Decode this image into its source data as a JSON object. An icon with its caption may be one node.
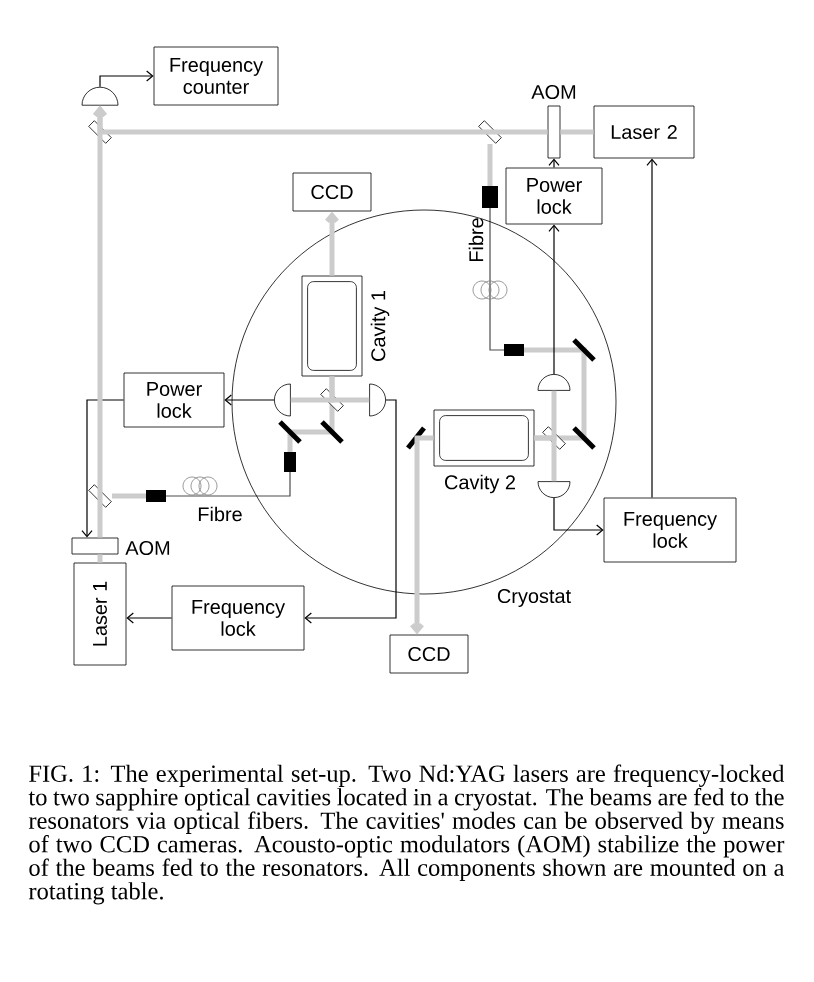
{
  "diagram": {
    "caption": "FIG. 1: The experimental set-up. Two Nd:YAG lasers are frequency-locked to two sapphire optical cavities located in a cryostat. The beams are fed to the resonators via optical fibers. The cavities' modes can be observed by means of two CCD cameras. Acousto-optic modulators (AOM) stabilize the power of the beams fed to the resonators. All components shown are mounted on a rotating table.",
    "nodes": [
      {
        "text": [
          "Frequency counter"
        ]
      },
      {
        "text": [
          "Laser 2"
        ]
      },
      {
        "text": [
          "AOM"
        ]
      },
      {
        "text": [
          "Power lock"
        ]
      },
      {
        "text": [
          "CCD"
        ]
      },
      {
        "text": [
          "Cryostat"
        ]
      },
      {
        "text": [
          "Cavity 1"
        ],
        "in": 5
      },
      {
        "text": [
          "Power lock"
        ]
      },
      {
        "text": [
          "Cavity 2"
        ],
        "in": 5
      },
      {
        "text": [
          "Frequency lock"
        ]
      },
      {
        "text": [
          "AOM"
        ]
      },
      {
        "text": [
          "Laser 1"
        ]
      },
      {
        "text": [
          "Frequency lock"
        ]
      },
      {
        "text": [
          "CCD"
        ]
      },
      {
        "text": [],
        "shape": "semicircle"
      },
      {
        "text": [],
        "shape": "semicircle",
        "in": 5
      },
      {
        "text": [],
        "shape": "semicircle",
        "in": 5
      },
      {
        "text": [],
        "shape": "semicircle",
        "in": 5
      },
      {
        "text": [],
        "shape": "semicircle",
        "in": 5
      }
    ],
    "edges": [
      {
        "from": 14,
        "to": 0,
        "arrow": "to",
        "color": "#000000"
      },
      {
        "from": 15,
        "to": 7,
        "arrow": "to",
        "color": "#000000"
      },
      {
        "from": 7,
        "to": 10,
        "arrow": "to",
        "color": "#000000"
      },
      {
        "from": 16,
        "to": 12,
        "arrow": "to",
        "color": "#000000"
      },
      {
        "from": 12,
        "to": 11,
        "arrow": "to",
        "color": "#000000"
      },
      {
        "from": 17,
        "to": 3,
        "arrow": "to",
        "color": "#000000"
      },
      {
        "from": 3,
        "to": 2,
        "arrow": "to",
        "color": "#000000"
      },
      {
        "from": 18,
        "to": 9,
        "arrow": "to",
        "color": "#000000"
      },
      {
        "from": 9,
        "to": 1,
        "arrow": "to",
        "color": "#000000"
      },
      {
        "from": 6,
        "to": 4,
        "arrow": "to"
      },
      {
        "from": 8,
        "to": 13,
        "arrow": "to"
      },
      {
        "from": 1,
        "to": 2,
        "arrow": "none"
      },
      {
        "from": 2,
        "to": 14,
        "arrow": "to"
      },
      {
        "from": 6,
        "to": 15,
        "arrow": "none"
      },
      {
        "from": 6,
        "to": 16,
        "arrow": "none"
      },
      {
        "from": 8,
        "to": 17,
        "arrow": "none"
      },
      {
        "from": 8,
        "to": 18,
        "arrow": "none"
      },
      {
        "from": 11,
        "to": 10,
        "arrow": "none"
      },
      {
        "from": 10,
        "to": 14,
        "arrow": "to"
      }
    ],
    "labels": [
      "Fibre",
      "Fibre"
    ]
  }
}
